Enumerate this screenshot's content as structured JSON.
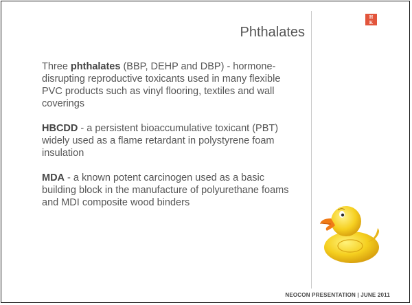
{
  "slide": {
    "title": "Phthalates",
    "logo": {
      "icon": "hk-logo-icon",
      "color": "#e2553c",
      "line1": "H",
      "line2": "K"
    },
    "paragraphs": [
      {
        "pre": "Three ",
        "bold": "phthalates",
        "post": " (BBP, DEHP and DBP) - hormone-disrupting reproductive toxicants used in many flexible PVC products such as vinyl flooring, textiles and wall coverings"
      },
      {
        "pre": "",
        "bold": "HBCDD",
        "post": " - a persistent bioaccumulative toxicant (PBT) widely used as a flame retardant in polystyrene foam insulation"
      },
      {
        "pre": "",
        "bold": "MDA",
        "post": " - a known potent carcinogen used as a basic building block in the manufacture of polyurethane foams and MDI composite wood binders"
      }
    ],
    "image": {
      "icon": "rubber-duck-icon"
    },
    "footer": "NEOCON PRESENTATION  |  JUNE 2011"
  }
}
